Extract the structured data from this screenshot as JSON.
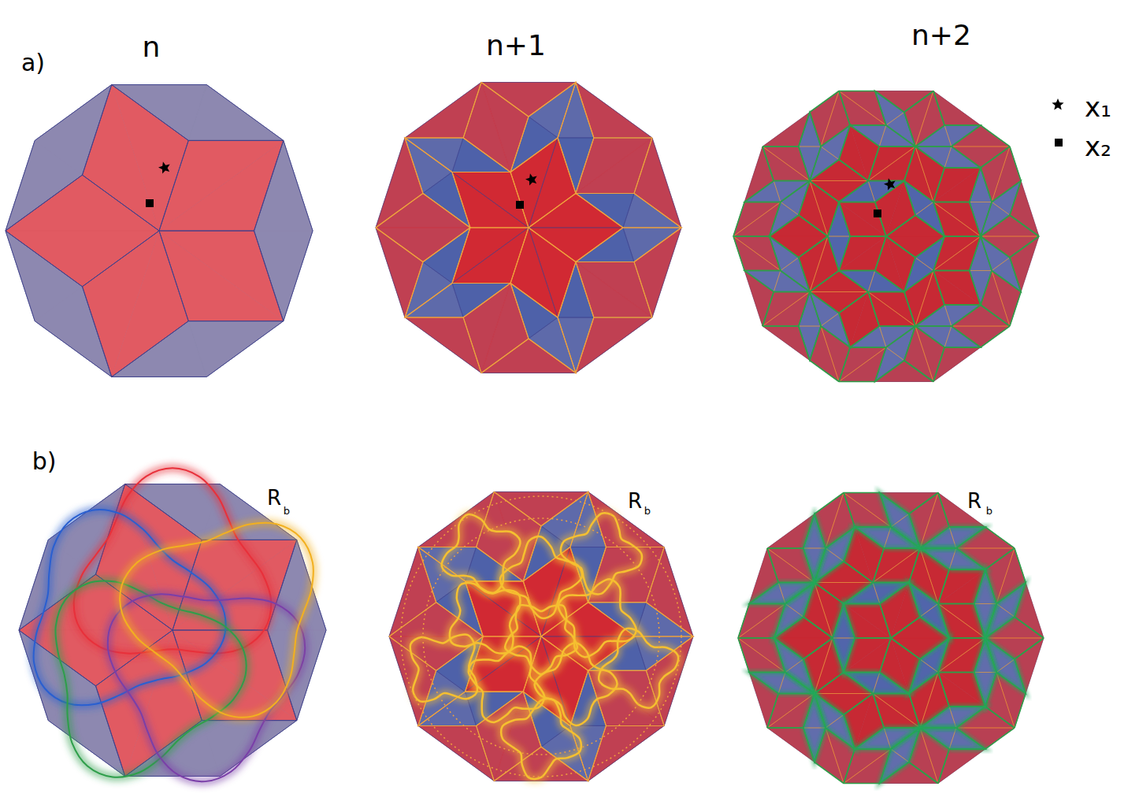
{
  "diagram": {
    "labels": [
      "a)",
      "n",
      "n+1",
      "n+2",
      "b)",
      "R",
      "b",
      "R",
      "b",
      "R",
      "b"
    ],
    "legend": [
      {
        "text": "x₁"
      },
      {
        "text": "x₂"
      }
    ]
  }
}
